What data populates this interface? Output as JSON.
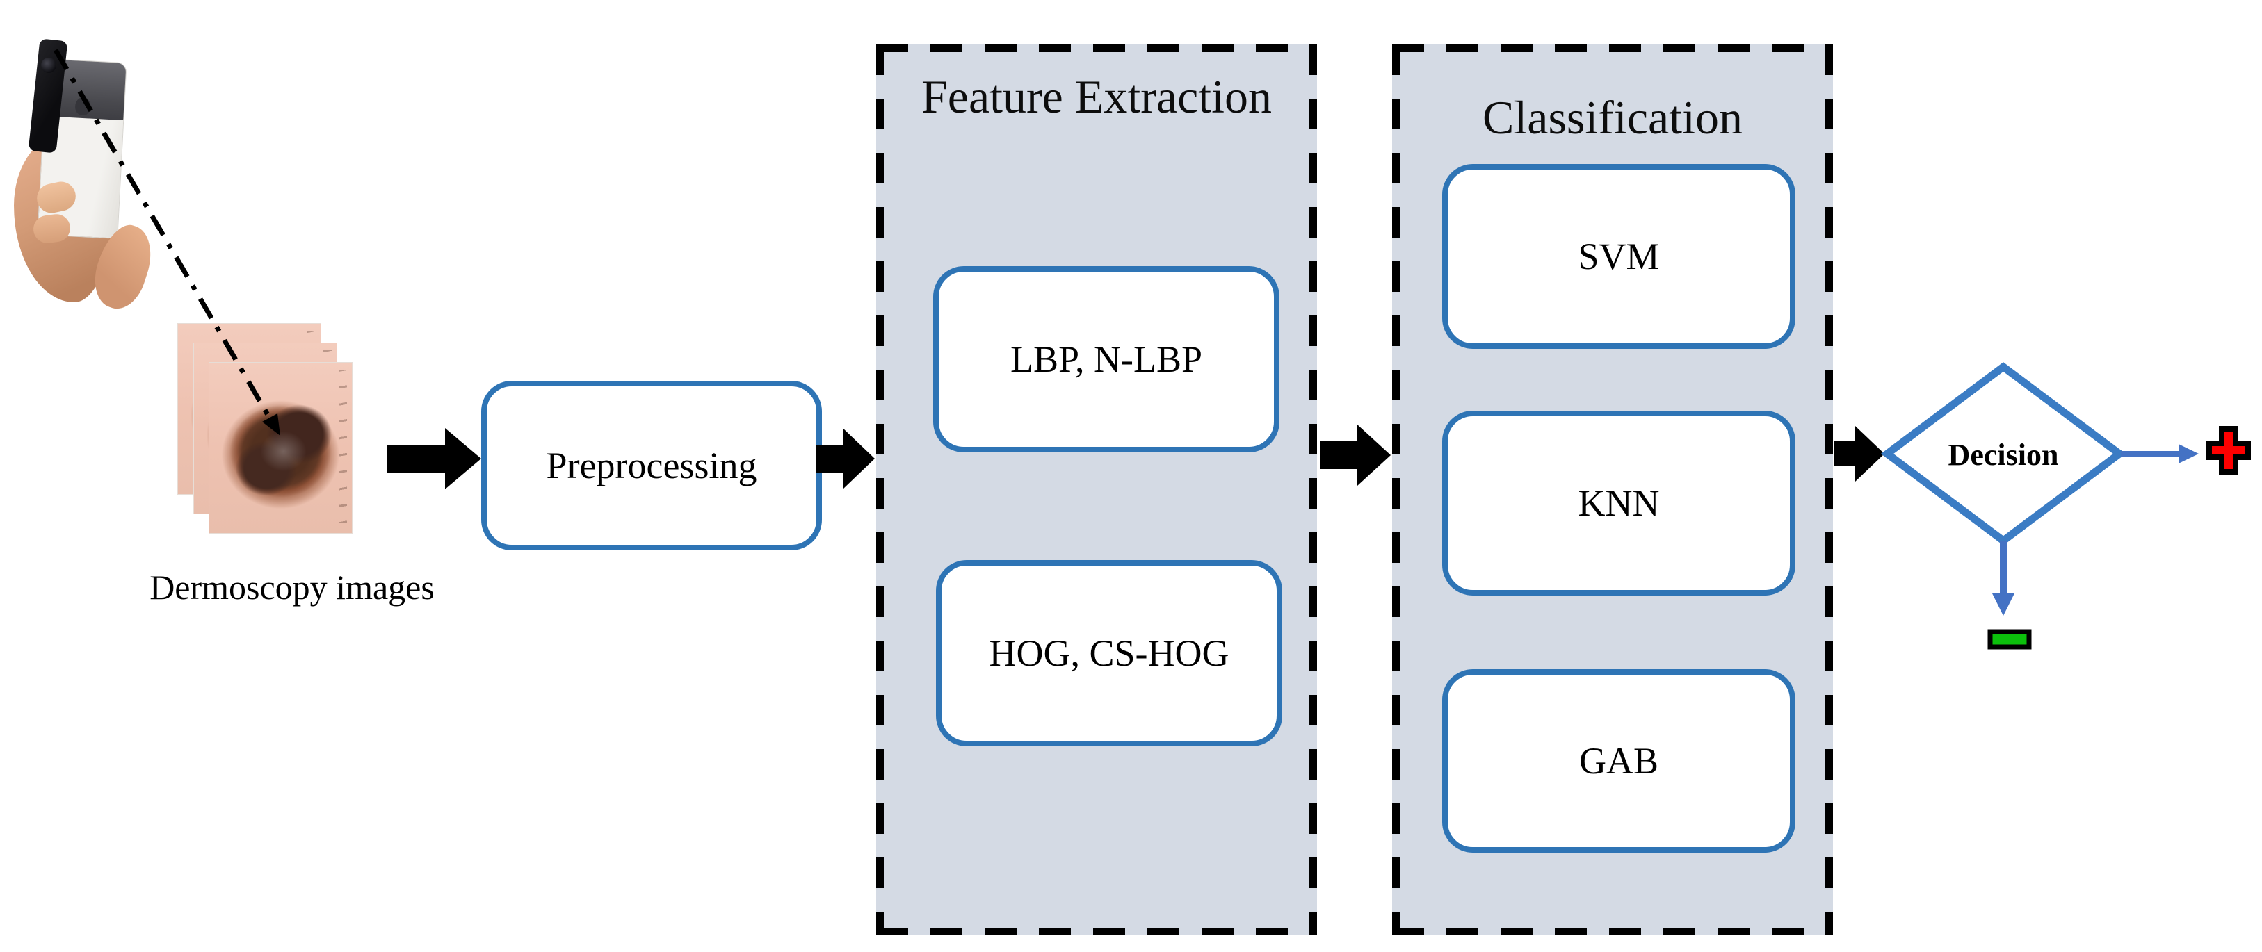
{
  "figure": {
    "input": {
      "label": "Dermoscopy images",
      "photo_icon": "hand-holding-smartphone-dermoscope",
      "stack_count": 3
    },
    "nodes": {
      "preprocessing": "Preprocessing",
      "decision": "Decision"
    },
    "panels": [
      {
        "title": "Feature Extraction",
        "boxes": [
          "LBP, N-LBP",
          "HOG, CS-HOG"
        ]
      },
      {
        "title": "Classification",
        "boxes": [
          "SVM",
          "KNN",
          "GAB"
        ]
      }
    ],
    "outcomes": {
      "positive_icon": "red-plus-icon",
      "negative_icon": "green-minus-icon"
    },
    "icons": {
      "flow_connector": "black-block-arrow",
      "capture_connector": "dash-dot-arrow"
    },
    "colors": {
      "panel_fill": "#d4dae4",
      "panel_border": "#000000",
      "node_border": "#2e74b5",
      "diamond_border": "#3b7cc4",
      "arrow_blue": "#4472c4",
      "connector_black": "#000000",
      "positive_red": "#ff0000",
      "negative_green": "#0cc00c"
    }
  }
}
